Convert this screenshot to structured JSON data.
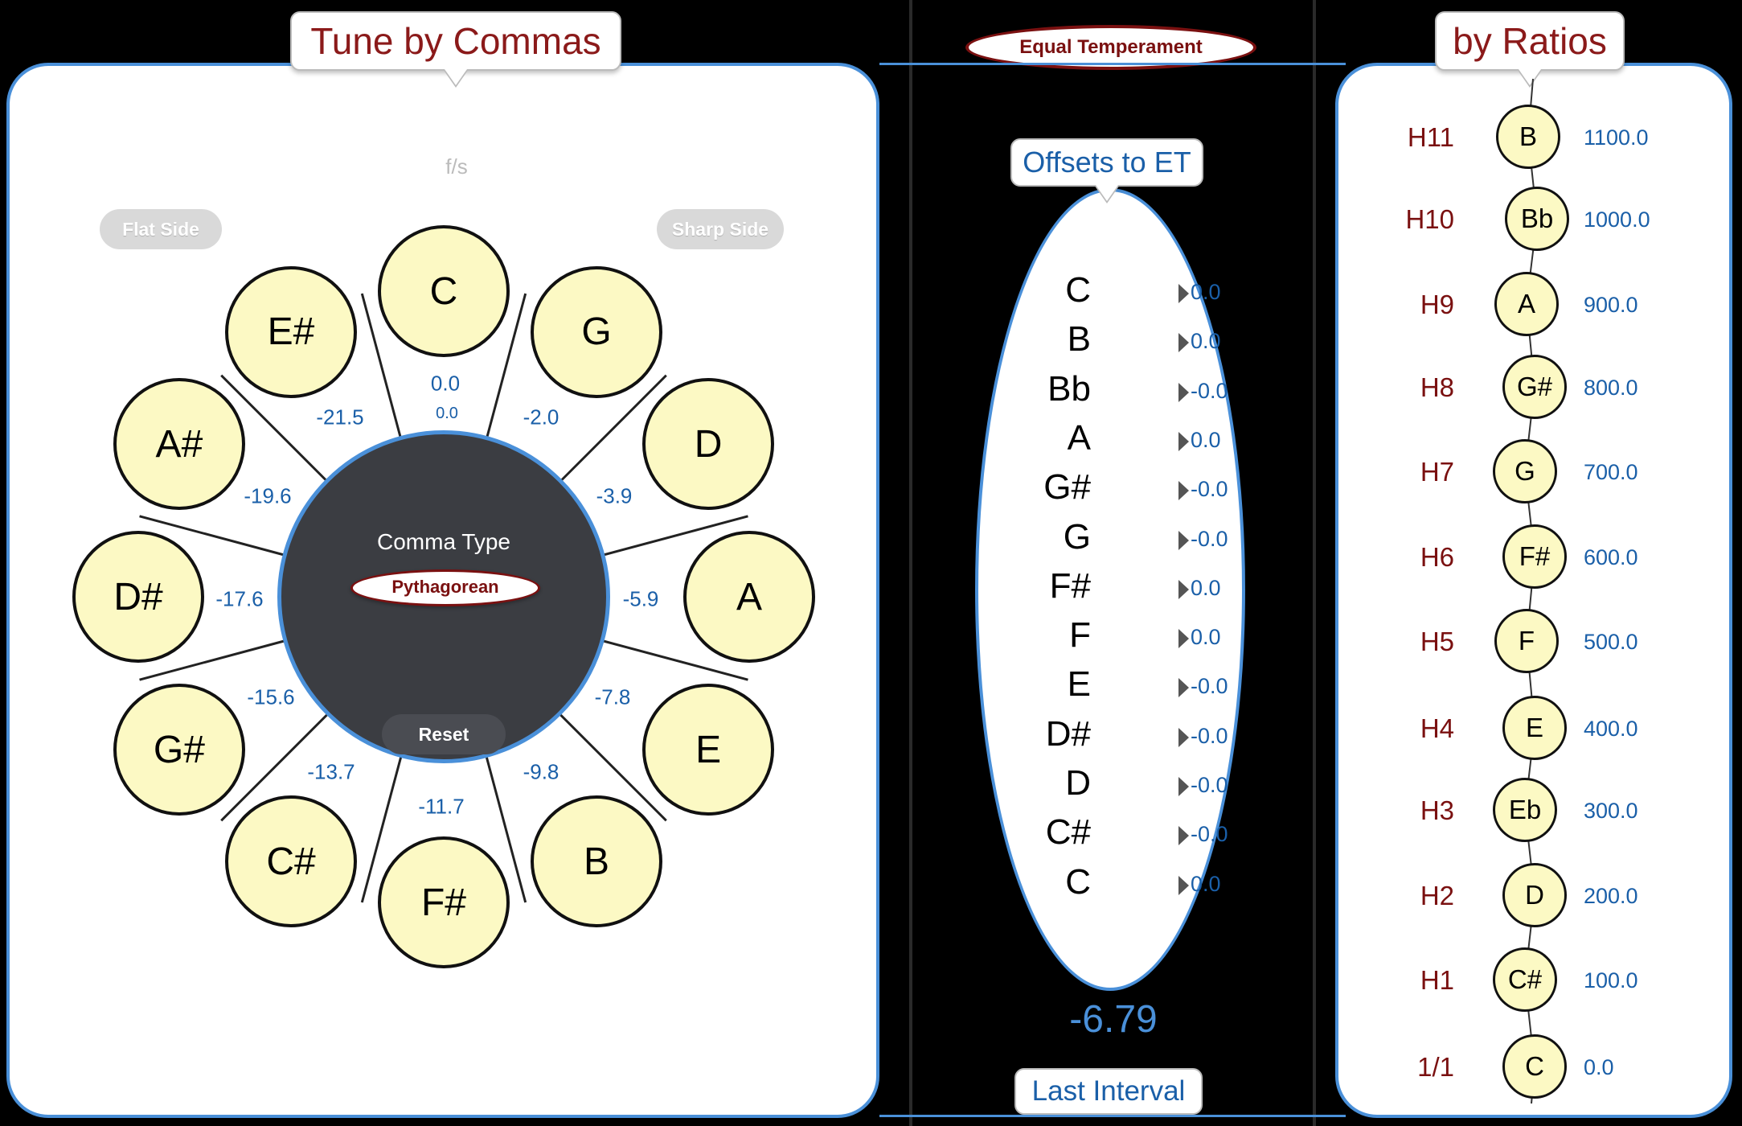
{
  "left": {
    "title": "Tune by Commas",
    "fs_label": "f/s",
    "flat_side": "Flat Side",
    "sharp_side": "Sharp Side",
    "center": {
      "comma_type_label": "Comma Type",
      "comma_type_value": "Pythagorean",
      "reset_label": "Reset"
    },
    "top_small_value": "0.0",
    "notes": [
      {
        "name": "C"
      },
      {
        "name": "G"
      },
      {
        "name": "D"
      },
      {
        "name": "A"
      },
      {
        "name": "E"
      },
      {
        "name": "B"
      },
      {
        "name": "F#"
      },
      {
        "name": "C#"
      },
      {
        "name": "G#"
      },
      {
        "name": "D#"
      },
      {
        "name": "A#"
      },
      {
        "name": "E#"
      }
    ],
    "commas": [
      "0.0",
      "-2.0",
      "-3.9",
      "-5.9",
      "-7.8",
      "-9.8",
      "-11.7",
      "-13.7",
      "-15.6",
      "-17.6",
      "-19.6",
      "-21.5"
    ]
  },
  "middle": {
    "temperament_button": "Equal Temperament",
    "offsets_title": "Offsets to ET",
    "offsets": [
      {
        "note": "C",
        "value": "0.0"
      },
      {
        "note": "B",
        "value": "0.0"
      },
      {
        "note": "Bb",
        "value": "-0.0"
      },
      {
        "note": "A",
        "value": "0.0"
      },
      {
        "note": "G#",
        "value": "-0.0"
      },
      {
        "note": "G",
        "value": "-0.0"
      },
      {
        "note": "F#",
        "value": "0.0"
      },
      {
        "note": "F",
        "value": "0.0"
      },
      {
        "note": "E",
        "value": "-0.0"
      },
      {
        "note": "D#",
        "value": "-0.0"
      },
      {
        "note": "D",
        "value": "-0.0"
      },
      {
        "note": "C#",
        "value": "-0.0"
      },
      {
        "note": "C",
        "value": "0.0"
      }
    ],
    "last_interval_value": "-6.79",
    "last_interval_label": "Last Interval"
  },
  "right": {
    "title": "by Ratios",
    "ratios": [
      {
        "h": "H11",
        "note": "B",
        "cents": "1100.0"
      },
      {
        "h": "H10",
        "note": "Bb",
        "cents": "1000.0"
      },
      {
        "h": "H9",
        "note": "A",
        "cents": "900.0"
      },
      {
        "h": "H8",
        "note": "G#",
        "cents": "800.0"
      },
      {
        "h": "H7",
        "note": "G",
        "cents": "700.0"
      },
      {
        "h": "H6",
        "note": "F#",
        "cents": "600.0"
      },
      {
        "h": "H5",
        "note": "F",
        "cents": "500.0"
      },
      {
        "h": "H4",
        "note": "E",
        "cents": "400.0"
      },
      {
        "h": "H3",
        "note": "Eb",
        "cents": "300.0"
      },
      {
        "h": "H2",
        "note": "D",
        "cents": "200.0"
      },
      {
        "h": "H1",
        "note": "C#",
        "cents": "100.0"
      },
      {
        "h": "1/1",
        "note": "C",
        "cents": "0.0"
      }
    ]
  },
  "colors": {
    "accent_blue": "#4a90d9",
    "value_blue": "#1a5fa8",
    "title_red": "#7a1010",
    "note_fill": "#fcf9c4",
    "hub": "#3b3d42"
  }
}
